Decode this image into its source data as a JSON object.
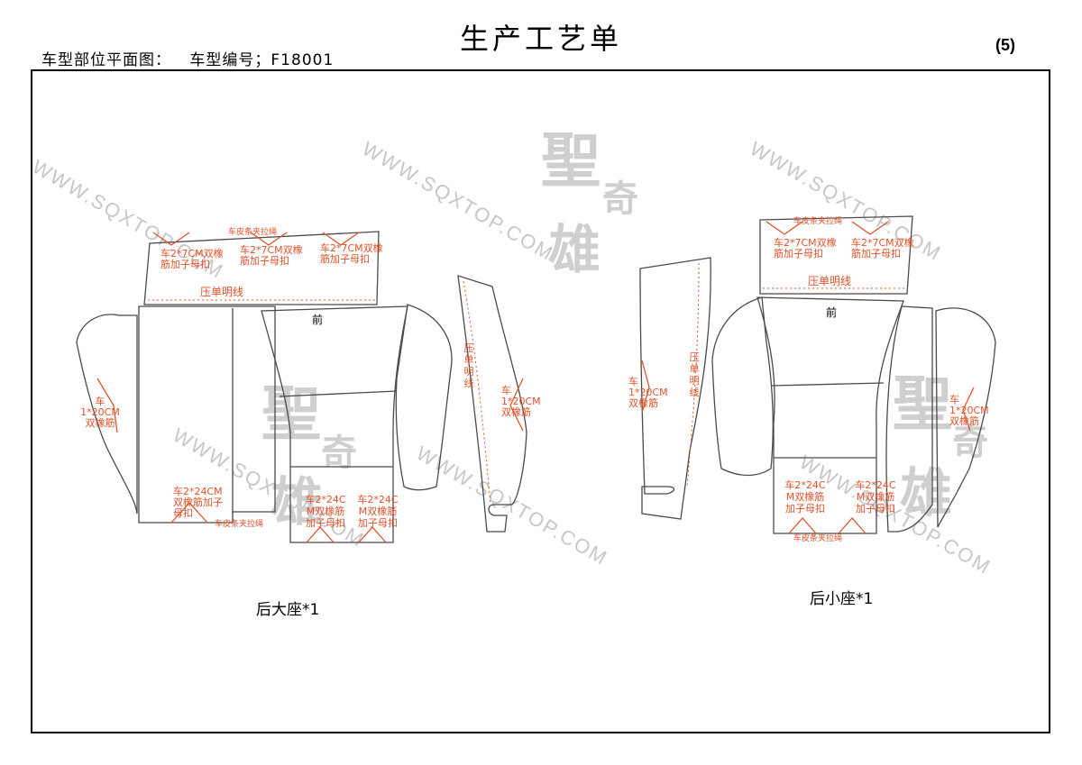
{
  "header": {
    "title": "生产工艺单",
    "plan_label": "车型部位平面图：",
    "model_label": "车型编号；F18001",
    "page_number": "(5)"
  },
  "watermark": {
    "url": "WWW.SQXTOP.COM",
    "logo_line1": "聖",
    "logo_line2": "奇",
    "logo_line3": "雄"
  },
  "colors": {
    "annotation": "#e0522b",
    "outline": "#4a4a4a",
    "watermark": "#c7c7c7"
  },
  "left_piece": {
    "caption": "后大座*1",
    "front_label": "前",
    "top_stitch_label": "压单明线",
    "strip_label": "车皮条夹拉绳",
    "band_note": "车2*7CM双橡筋加子母扣",
    "side_note_left": "车1*20CM双橡筋",
    "side_note_right": "车1*20CM双橡筋",
    "long_panel_stitch": "压单明线",
    "bottom_note_left": "车2*24CM双橡筋加子母扣",
    "bottom_strip_label": "车皮条夹拉绳",
    "bottom_note_mid1": "车2*24CM双橡筋加子母扣",
    "bottom_note_mid2": "车2*24CM双橡筋加子母扣"
  },
  "right_piece": {
    "caption": "后小座*1",
    "front_label": "前",
    "top_stitch_label": "压单明线",
    "strip_label": "车皮条夹拉绳",
    "band_note": "车2*7CM双橡筋加子母扣",
    "side_note_left": "车1*20CM双橡筋",
    "side_note_right": "车1*20CM双橡筋",
    "long_panel_stitch": "压单明线",
    "bottom_note_left": "车2*24CM双橡筋加子母扣",
    "bottom_note_right": "车2*24CM双橡筋加子母扣",
    "bottom_strip_label": "车皮条夹拉绳"
  }
}
